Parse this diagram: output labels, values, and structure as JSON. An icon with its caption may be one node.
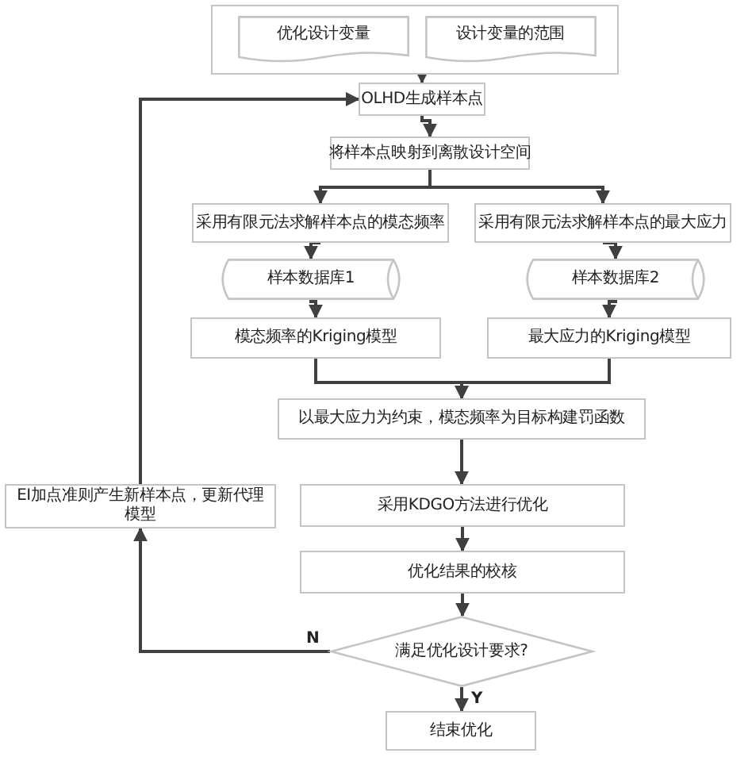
{
  "diagram": {
    "nodes": [
      {
        "text": [],
        "shape": "box"
      },
      {
        "text": [
          "优化设计变量"
        ],
        "in": 0
      },
      {
        "text": [
          "设计变量的范围"
        ],
        "in": 0
      },
      {
        "text": [
          "OLHD生成样本点"
        ]
      },
      {
        "text": [
          "将样本点映射到离散设计空间"
        ]
      },
      {
        "text": [
          "采用有限元法求解样本点的模态频率"
        ]
      },
      {
        "text": [
          "采用有限元法求解样本点的最大应力"
        ]
      },
      {
        "text": [
          "样本数据库1"
        ]
      },
      {
        "text": [
          "样本数据库2"
        ]
      },
      {
        "text": [
          "模态频率的Kriging模型"
        ]
      },
      {
        "text": [
          "最大应力的Kriging模型"
        ]
      },
      {
        "text": [
          "以最大应力为约束，模态频率为目标构建罚函数"
        ]
      },
      {
        "text": [
          "采用KDGO方法进行优化"
        ]
      },
      {
        "text": [
          "优化结果的校核"
        ]
      },
      {
        "text": [
          "满足优化设计要求?"
        ]
      },
      {
        "text": [
          "结束优化"
        ]
      },
      {
        "text": [
          "EI加点准则产生新样本点，更新代理模型"
        ]
      }
    ],
    "edges": [
      {
        "from": 0,
        "to": 3,
        "arrow": "to"
      },
      {
        "from": 3,
        "to": 4,
        "arrow": "to"
      },
      {
        "from": 4,
        "to": 5,
        "arrow": "to"
      },
      {
        "from": 4,
        "to": 6,
        "arrow": "to"
      },
      {
        "from": 5,
        "to": 7,
        "arrow": "to"
      },
      {
        "from": 6,
        "to": 8,
        "arrow": "to"
      },
      {
        "from": 7,
        "to": 9,
        "arrow": "to"
      },
      {
        "from": 8,
        "to": 10,
        "arrow": "to"
      },
      {
        "from": 9,
        "to": 11,
        "arrow": "to"
      },
      {
        "from": 10,
        "to": 11,
        "arrow": "to"
      },
      {
        "from": 11,
        "to": 12,
        "arrow": "to"
      },
      {
        "from": 12,
        "to": 13,
        "arrow": "to"
      },
      {
        "from": 13,
        "to": 14,
        "arrow": "to"
      },
      {
        "from": 14,
        "to": 15,
        "label": "Y",
        "arrow": "to"
      },
      {
        "from": 14,
        "to": 16,
        "label": "N",
        "arrow": "to"
      },
      {
        "from": 16,
        "to": 3,
        "arrow": "to"
      }
    ]
  }
}
